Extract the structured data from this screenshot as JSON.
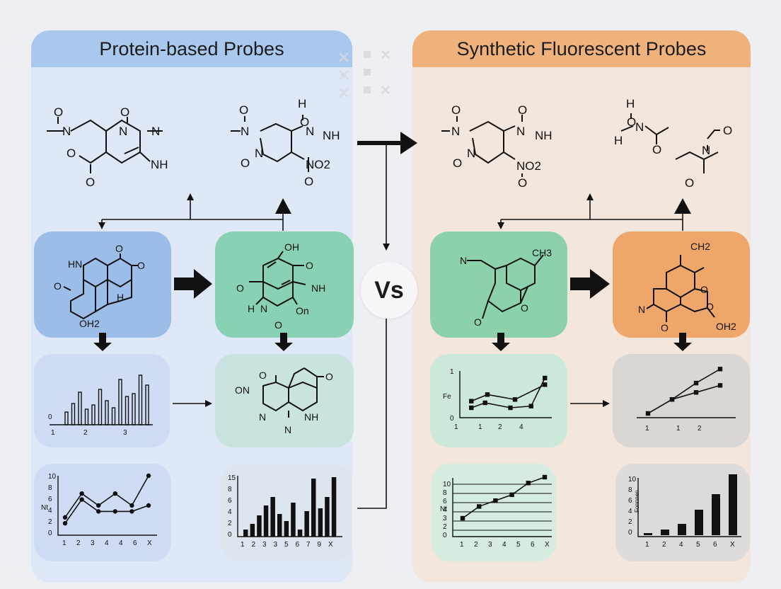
{
  "left_panel": {
    "title": "Protein-based Probes",
    "color": "#a8c8ee"
  },
  "right_panel": {
    "title": "Synthetic Fluorescent Probes",
    "color": "#efb27a"
  },
  "vs_label": "Vs",
  "molecules": {
    "left_top_1": [
      "O",
      "O",
      "N",
      "N",
      "N",
      "NH",
      "O",
      "O"
    ],
    "left_top_2": [
      "H",
      "O",
      "O",
      "N",
      "N",
      "NH",
      "O",
      "N",
      "NO2",
      "O"
    ],
    "right_top_1": [
      "O",
      "O",
      "N",
      "N",
      "NH",
      "O",
      "N",
      "NO2",
      "O"
    ],
    "right_top_2": [
      "H",
      "O",
      "N",
      "H",
      "O",
      "O",
      "N",
      "O"
    ],
    "left_blue_box": [
      "HN",
      "O",
      "O",
      "O",
      "H",
      "OH2"
    ],
    "left_green_box": [
      "OH",
      "O",
      "NH",
      "H",
      "N",
      "On",
      "O"
    ],
    "left_teal_box": [
      "O",
      "O",
      "ON",
      "N",
      "NH",
      "N"
    ],
    "right_green_box": [
      "N",
      "CH3",
      "O",
      "O"
    ],
    "right_orange_box": [
      "CH2",
      "O",
      "N",
      "O",
      "O",
      "OH2"
    ]
  },
  "chart_data": [
    {
      "id": "left-mid-chart",
      "type": "bar",
      "categories": [
        "1",
        "2",
        "3"
      ],
      "y_label": "0"
    },
    {
      "id": "right-mid-chart",
      "type": "line",
      "x_ticks": [
        "1",
        "1",
        "2",
        "4"
      ],
      "ylabel": "Fe",
      "y_ticks": [
        "1",
        "0"
      ],
      "series": [
        {
          "values": [
            [
              0.5,
              1.0
            ],
            [
              1.2,
              1.4
            ],
            [
              2.4,
              1.1
            ],
            [
              3.7,
              2.0
            ]
          ]
        },
        {
          "values": [
            [
              0.5,
              0.6
            ],
            [
              1.1,
              0.9
            ],
            [
              2.2,
              0.6
            ],
            [
              3.1,
              0.7
            ],
            [
              3.7,
              2.4
            ]
          ]
        }
      ]
    },
    {
      "id": "right-mid-gray-chart",
      "type": "line",
      "x_ticks": [
        "1",
        "1",
        "2"
      ],
      "series": [
        {
          "values": [
            [
              0,
              0
            ],
            [
              1,
              0.6
            ],
            [
              2,
              1.3
            ],
            [
              3,
              1.9
            ]
          ]
        },
        {
          "values": [
            [
              1,
              0.6
            ],
            [
              2,
              0.9
            ],
            [
              3,
              1.2
            ]
          ]
        }
      ]
    },
    {
      "id": "left-bottom-line-chart",
      "type": "line",
      "x_ticks": [
        "1",
        "2",
        "3",
        "4",
        "4",
        "6",
        "X"
      ],
      "y_ticks": [
        "10",
        "8",
        "6",
        "4",
        "2",
        "0"
      ],
      "ylabel": "Nt",
      "series": [
        {
          "values": [
            [
              1,
              3
            ],
            [
              2,
              7
            ],
            [
              3,
              5
            ],
            [
              4,
              7
            ],
            [
              5,
              5
            ],
            [
              6,
              10
            ]
          ]
        },
        {
          "values": [
            [
              1,
              2
            ],
            [
              2,
              6
            ],
            [
              3,
              4
            ],
            [
              4,
              4
            ],
            [
              5,
              4
            ],
            [
              6,
              5
            ]
          ]
        }
      ]
    },
    {
      "id": "left-bottom-bar-chart",
      "type": "bar",
      "categories": [
        "1",
        "2",
        "3",
        "3",
        "5",
        "6",
        "7",
        "9",
        "X"
      ],
      "y_ticks": [
        "15",
        "8",
        "6",
        "4",
        "2",
        "0"
      ]
    },
    {
      "id": "right-bottom-line-chart",
      "type": "line",
      "x_ticks": [
        "1",
        "2",
        "3",
        "4",
        "5",
        "6",
        "X"
      ],
      "y_ticks": [
        "10",
        "8",
        "6",
        "4",
        "3",
        "2",
        "0"
      ],
      "ylabel": "Nt",
      "series": [
        {
          "values": [
            [
              1,
              0
            ],
            [
              2,
              2
            ],
            [
              3,
              3
            ],
            [
              4,
              4
            ],
            [
              5,
              6
            ],
            [
              6,
              7
            ]
          ]
        }
      ]
    },
    {
      "id": "right-bottom-bar-chart",
      "type": "bar",
      "categories": [
        "1",
        "2",
        "4",
        "5",
        "6",
        "X"
      ],
      "ylabel": "Fonnnen",
      "y_ticks": [
        "10",
        "8",
        "6",
        "4",
        "2",
        "0"
      ]
    }
  ]
}
